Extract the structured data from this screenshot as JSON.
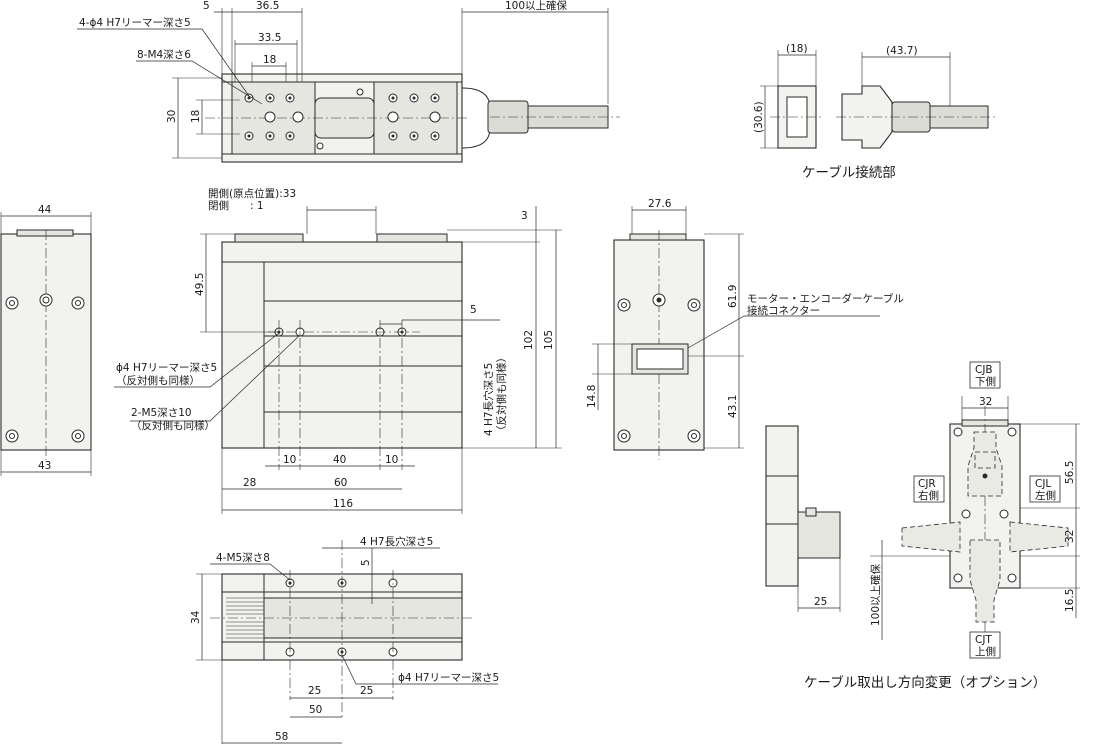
{
  "captions": {
    "cable_connection": "ケーブル接続部",
    "cable_exit_option": "ケーブル取出し方向変更（オプション）"
  },
  "top_view": {
    "dims": {
      "d5": "5",
      "d36_5": "36.5",
      "d33_5": "33.5",
      "d18_top": "18",
      "d30": "30",
      "d18_side": "18",
      "cable_clearance": "100以上確保"
    },
    "notes": {
      "reamer": "4-ϕ4 H7リーマー深さ5",
      "m4": "8-M4深さ6"
    }
  },
  "cable_detail": {
    "d18": "(18)",
    "d43_7": "(43.7)",
    "d30_6": "(30.6)"
  },
  "left_view": {
    "d44": "44",
    "d43": "43"
  },
  "front_view": {
    "stroke_open": "開側(原点位置):33",
    "stroke_closed": "閉側　　:  1",
    "dims": {
      "d3": "3",
      "d49_5": "49.5",
      "d5": "5",
      "d102": "102",
      "d105": "105",
      "d10a": "10",
      "d40": "40",
      "d10b": "10",
      "d28": "28",
      "d60": "60",
      "d116": "116"
    },
    "notes": {
      "reamer_1": "ϕ4 H7リーマー深さ5",
      "reamer_2": "（反対側も同様）",
      "m5_1": "2-M5深さ10",
      "m5_2": "（反対側も同様）",
      "slot_1": "4 H7長穴深さ5",
      "slot_2": "（反対側も同様）"
    }
  },
  "right_view": {
    "dims": {
      "d27_6": "27.6",
      "d61_9": "61.9",
      "d43_1": "43.1",
      "d14_8": "14.8"
    },
    "connector_1": "モーター・エンコーダーケーブル",
    "connector_2": "接続コネクター"
  },
  "bottom_view": {
    "dims": {
      "d34": "34",
      "d5": "5",
      "d25a": "25",
      "d25b": "25",
      "d50": "50",
      "d58": "58"
    },
    "notes": {
      "m5": "4-M5深さ8",
      "slot": "4 H7長穴深さ5",
      "reamer": "ϕ4 H7リーマー深さ5"
    }
  },
  "option_view": {
    "cjb_1": "CJB",
    "cjb_2": "下側",
    "cjr_1": "CJR",
    "cjr_2": "右側",
    "cjl_1": "CJL",
    "cjl_2": "左側",
    "cjt_1": "CJT",
    "cjt_2": "上側",
    "dims": {
      "d32_top": "32",
      "d56_5": "56.5",
      "d32_side": "32",
      "d16_5": "16.5",
      "d25": "25",
      "clearance": "100以上確保"
    }
  }
}
